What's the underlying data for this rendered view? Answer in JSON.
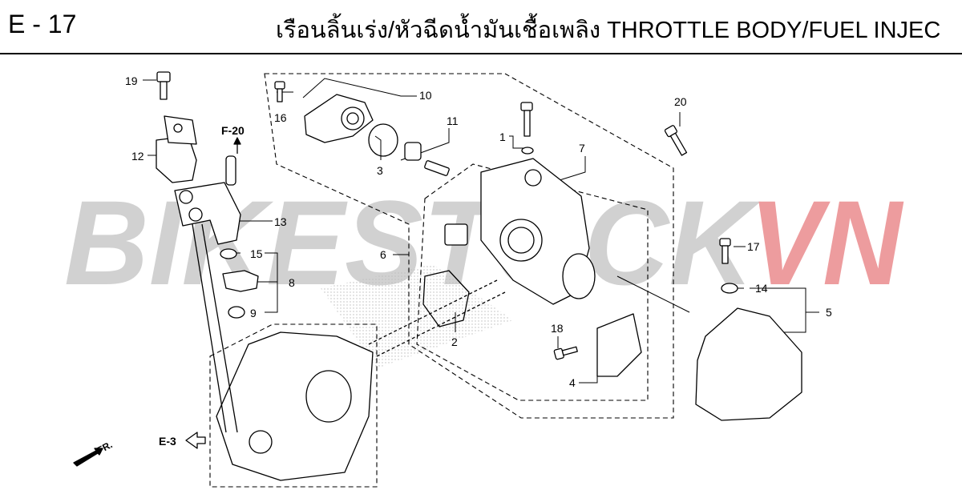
{
  "header": {
    "page_code": "E - 17",
    "title": "เรือนลิ้นเร่ง/หัวฉีดน้ำมันเชื้อเพลิง THROTTLE BODY/FUEL INJEC"
  },
  "watermark": {
    "text": "BIKESTOCK",
    "accent_text": "VN",
    "accent_color": "#d9252b"
  },
  "references": {
    "f20": "F-20",
    "e3": "E-3",
    "front": "FR."
  },
  "callouts": [
    "1",
    "2",
    "3",
    "4",
    "5",
    "6",
    "7",
    "8",
    "9",
    "10",
    "11",
    "12",
    "13",
    "14",
    "15",
    "16",
    "17",
    "18",
    "19",
    "20"
  ],
  "colors": {
    "line": "#000000",
    "watermark_gray": "#9a9a9a",
    "accent": "#d9252b"
  }
}
